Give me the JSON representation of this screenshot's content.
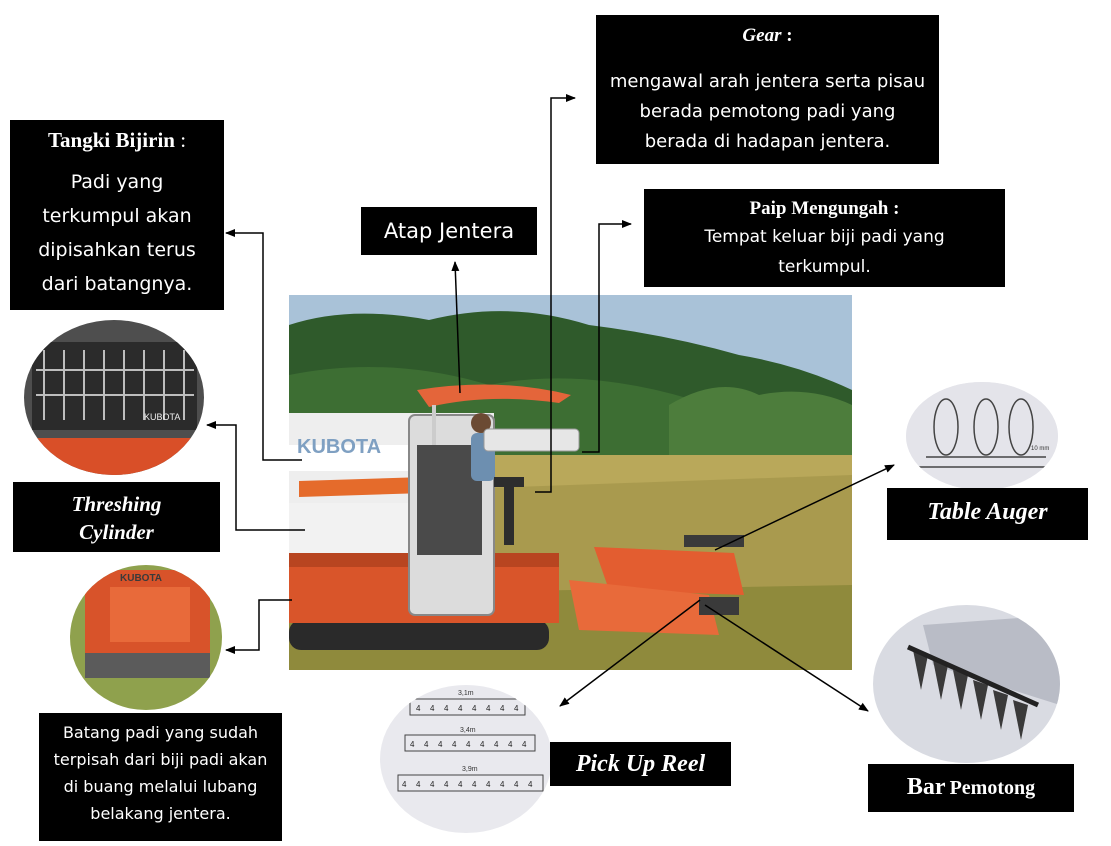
{
  "labels": {
    "gear": {
      "title": "Gear",
      "sep": " :",
      "text": "mengawal arah jentera serta pisau berada pemotong padi yang berada di hadapan jentera."
    },
    "tangki": {
      "title": "Tangki Bijirin",
      "sep": " :",
      "text": "Padi yang terkumpul akan dipisahkan terus dari batangnya."
    },
    "atap": {
      "text": "Atap Jentera"
    },
    "paip": {
      "title": "Paip Mengungah :",
      "text": "Tempat keluar biji padi yang terkumpul."
    },
    "threshing": {
      "line1": "Threshing",
      "line2": "Cylinder"
    },
    "table_auger": {
      "text": "Table Auger"
    },
    "batang": {
      "text": "Batang padi yang sudah terpisah dari biji padi akan di buang melalui lubang belakang jentera."
    },
    "pick_up": {
      "text": "Pick Up Reel"
    },
    "bar": {
      "text1": "Bar",
      "text2": "Pemotong"
    }
  },
  "photo": {
    "brand": "KUBOTA"
  },
  "insets": {
    "threshing_brand": "KUBOTA",
    "reel_tick": "4",
    "reel_dims": [
      "3,1m",
      "3,4m",
      "3,9m"
    ],
    "auger_dim": "10 mm"
  }
}
